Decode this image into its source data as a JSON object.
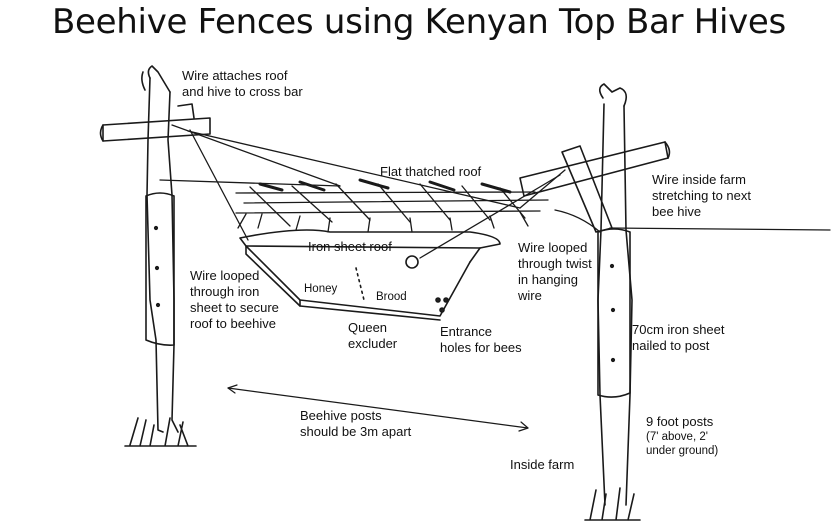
{
  "title": "Beehive Fences using Kenyan Top Bar Hives",
  "labels": {
    "wire_attaches": [
      "Wire attaches roof",
      "and hive to cross bar"
    ],
    "flat_roof": [
      "Flat thatched roof"
    ],
    "wire_inside_farm": [
      "Wire inside farm",
      "stretching to next",
      "bee hive"
    ],
    "iron_sheet_roof": [
      "Iron sheet roof"
    ],
    "wire_looped_twist": [
      "Wire looped",
      "through twist",
      "in hanging",
      "wire"
    ],
    "wire_looped_iron": [
      "Wire looped",
      "through iron",
      "sheet to secure",
      "roof to beehive"
    ],
    "honey": [
      "Honey"
    ],
    "brood": [
      "Brood"
    ],
    "queen_excluder": [
      "Queen",
      "excluder"
    ],
    "entrance_holes": [
      "Entrance",
      "holes for bees"
    ],
    "iron_sheet_post": [
      "70cm iron sheet",
      "nailed to post"
    ],
    "posts_apart": [
      "Beehive posts",
      "should be 3m apart"
    ],
    "nine_foot": [
      "9 foot posts"
    ],
    "post_depth": [
      "(7' above, 2'",
      "under ground)"
    ],
    "inside_farm": [
      "Inside farm"
    ]
  }
}
